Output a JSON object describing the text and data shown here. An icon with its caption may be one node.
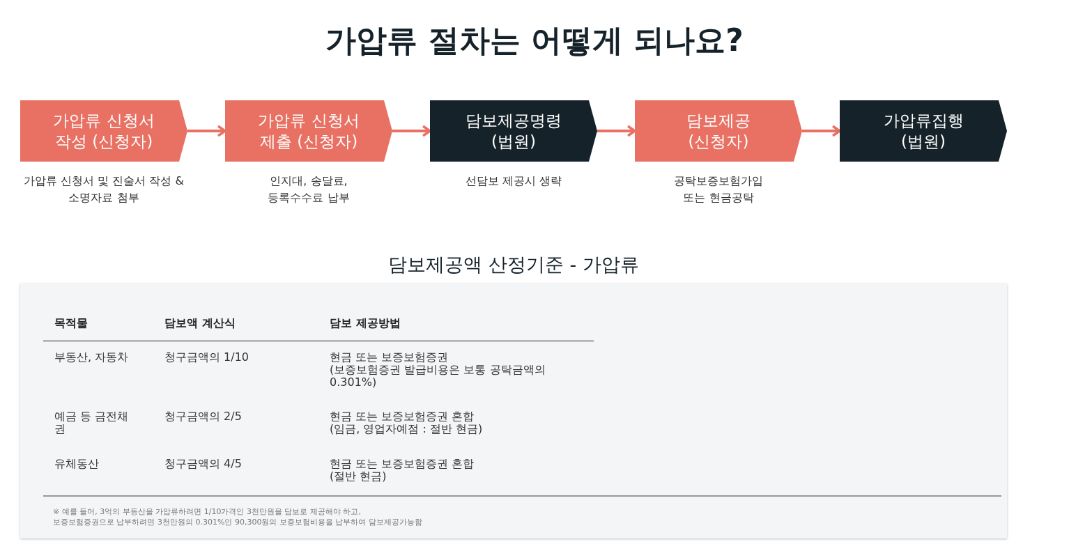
{
  "diagram": {
    "title": "가압류 절차는 어떻게 되나요?",
    "nodes": [
      {
        "text": [
          "가압류 신청서 작성 (신청자)"
        ],
        "beside": [
          "가압류 신청서 및 진술서 작성 & 소명자료 첨부"
        ]
      },
      {
        "text": [
          "가압류 신청서 제출 (신청자)"
        ],
        "beside": [
          "인지대, 송달료, 등록수수료 납부"
        ]
      },
      {
        "text": [
          "담보제공명령 (법원)"
        ],
        "beside": [
          "선담보 제공시 생략"
        ]
      },
      {
        "text": [
          "담보제공 (신청자)"
        ],
        "beside": [
          "공탁보증보험가입 또는 현금공탁"
        ]
      },
      {
        "text": [
          "가압류집행 (법원)"
        ]
      }
    ],
    "edges": [
      {
        "from": 0,
        "to": 1,
        "arrow": "to"
      },
      {
        "from": 1,
        "to": 2,
        "arrow": "to"
      },
      {
        "from": 2,
        "to": 3,
        "arrow": "to"
      },
      {
        "from": 3,
        "to": 4,
        "arrow": "to"
      }
    ],
    "labels": [
      "담보제공액 산정기준 - 가압류",
      "목적물",
      "담보액 계산식",
      "담보 제공방법",
      "부동산, 자동차",
      "청구금액의 1/10",
      "현금 또는 보증보험증권",
      "(보증보험증권 발급비용은 보통 공탁금액의 0.301%)",
      "예금 등 금전채권",
      "청구금액의 2/5",
      "현금 또는 보증보험증권 혼합",
      "(임금, 영업자예점 : 절반 현금)",
      "유체동산",
      "청구금액의 4/5",
      "현금 또는 보증보험증권 혼합",
      "(절반 현금)",
      "※ 예를 들어, 3억의 부동산을 가압류하려면 1/10가격인 3천만원을 담보로 제공해야 하고,",
      "보증보험증권으로 납부하려면 3천만원의 0.301%인 90,300원의 보증보험비용을 납부하여 담보제공가능함"
    ]
  }
}
